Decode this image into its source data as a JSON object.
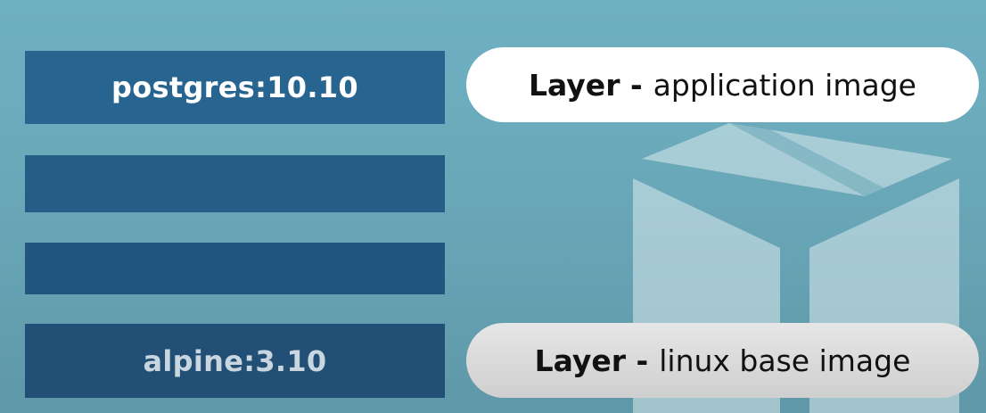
{
  "layers": [
    {
      "label": "postgres:10.10"
    },
    {
      "label": ""
    },
    {
      "label": ""
    },
    {
      "label": "alpine:3.10"
    }
  ],
  "callouts": {
    "application": {
      "prefix": "Layer -",
      "text": "application image"
    },
    "base": {
      "prefix": "Layer -",
      "text": "linux base image"
    }
  },
  "icons": {
    "background": "cube-icon"
  },
  "colors": {
    "background": "#6eb1c2",
    "layer_blue": "#27648f",
    "pill_white": "#ffffff",
    "pill_grey": "#d9d9d9"
  }
}
